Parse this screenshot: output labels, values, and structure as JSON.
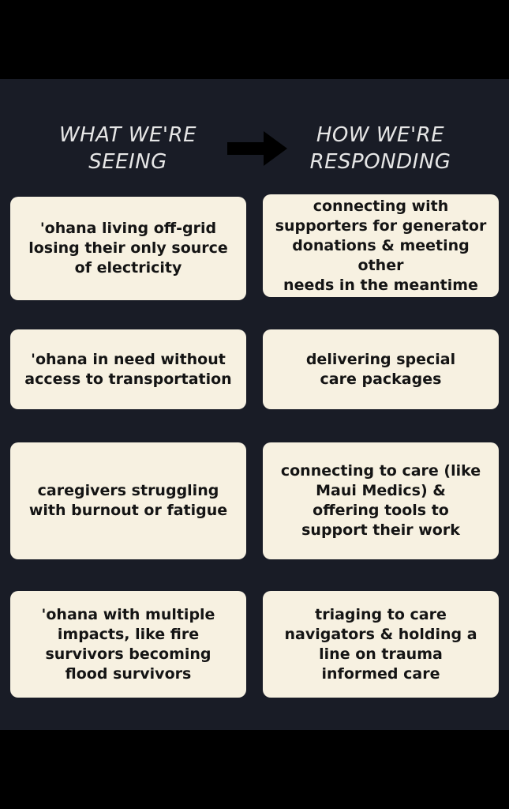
{
  "headings": {
    "left": "WHAT WE'RE\nSEEING",
    "right": "HOW WE'RE\nRESPONDING"
  },
  "colors": {
    "background": "#191c26",
    "card": "#f7f1e1",
    "card_text": "#141414",
    "heading_text": "#e6e6e6",
    "arrow": "#000000"
  },
  "icons": {
    "arrow": "right-arrow-icon"
  },
  "rows": [
    {
      "seeing": "'ohana living off-grid\nlosing their only source\nof electricity",
      "responding": "connecting with\nsupporters for generator\ndonations & meeting other\nneeds in the meantime"
    },
    {
      "seeing": "'ohana in need without\naccess to transportation",
      "responding": "delivering special\ncare packages"
    },
    {
      "seeing": "caregivers struggling\nwith burnout or fatigue",
      "responding": "connecting to care (like\nMaui Medics) &\noffering tools to\nsupport their work"
    },
    {
      "seeing": "'ohana with multiple\nimpacts, like fire\nsurvivors becoming\nflood survivors",
      "responding": "triaging to care\nnavigators & holding a\nline on trauma\ninformed care"
    }
  ]
}
